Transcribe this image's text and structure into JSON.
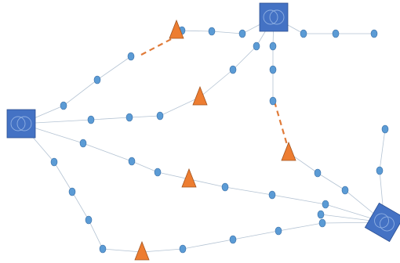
{
  "colors": {
    "hub": "#4472c4",
    "junction": "#ed7d31",
    "waypoint": "#5b9bd5",
    "link": "#b4c3d3",
    "pending_link": "#e07b39"
  },
  "icons": {
    "hub": "interlocking-rings-square-icon",
    "junction": "triangle-icon",
    "waypoint": "circle-icon"
  },
  "hubs": [
    "left",
    "top",
    "bottom-right"
  ],
  "junctions": [
    "top",
    "middle-upper",
    "middle-right",
    "center",
    "bottom"
  ],
  "edges": [
    {
      "from": "hub-left",
      "to": "junction-top",
      "via": 3,
      "style": "partially dashed"
    },
    {
      "from": "junction-top",
      "to": "hub-top",
      "via": 2,
      "style": "solid"
    },
    {
      "from": "hub-top",
      "to": "right",
      "via": 3,
      "style": "solid"
    },
    {
      "from": "hub-top",
      "to": "junction-middle-upper",
      "via": 2,
      "style": "solid"
    },
    {
      "from": "hub-left",
      "to": "junction-middle-upper",
      "via": 3,
      "style": "solid"
    },
    {
      "from": "hub-top",
      "to": "junction-middle-right",
      "via": 3,
      "style": "partially dashed"
    },
    {
      "from": "junction-middle-right",
      "to": "hub-bottom-right",
      "via": 2,
      "style": "solid"
    },
    {
      "from": "hub-bottom-right",
      "to": "top-right",
      "via": 2,
      "style": "solid"
    },
    {
      "from": "hub-left",
      "to": "hub-bottom-right",
      "via": 5,
      "style": "solid"
    },
    {
      "from": "hub-left",
      "to": "junction-bottom",
      "via": 4,
      "style": "solid"
    },
    {
      "from": "junction-bottom",
      "to": "hub-bottom-right",
      "via": 4,
      "style": "solid"
    }
  ]
}
